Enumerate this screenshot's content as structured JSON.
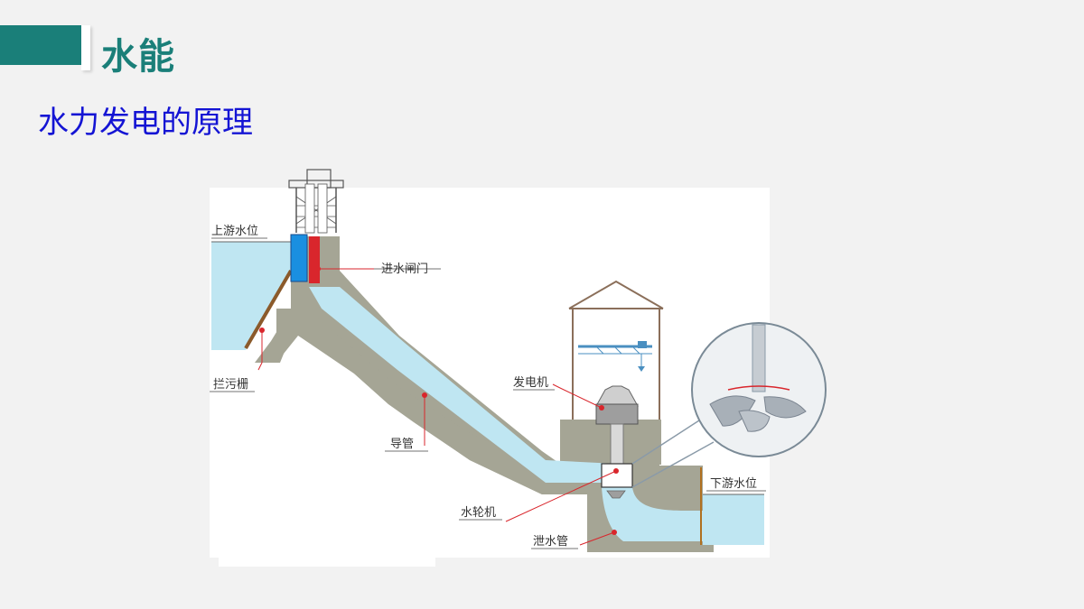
{
  "slide": {
    "title": "水能",
    "subtitle": "水力发电的原理"
  },
  "diagram": {
    "labels": {
      "upstream_level": "上游水位",
      "intake_gate": "进水闸门",
      "trash_rack": "拦污栅",
      "penstock": "导管",
      "generator": "发电机",
      "turbine": "水轮机",
      "downstream_level": "下游水位",
      "draft_tube": "泄水管"
    }
  },
  "colors": {
    "accent": "#1a7f79",
    "subtitle": "#1414d4",
    "water": "#bfe6f2",
    "concrete": "#a5a595",
    "callout": "#d9262c"
  }
}
